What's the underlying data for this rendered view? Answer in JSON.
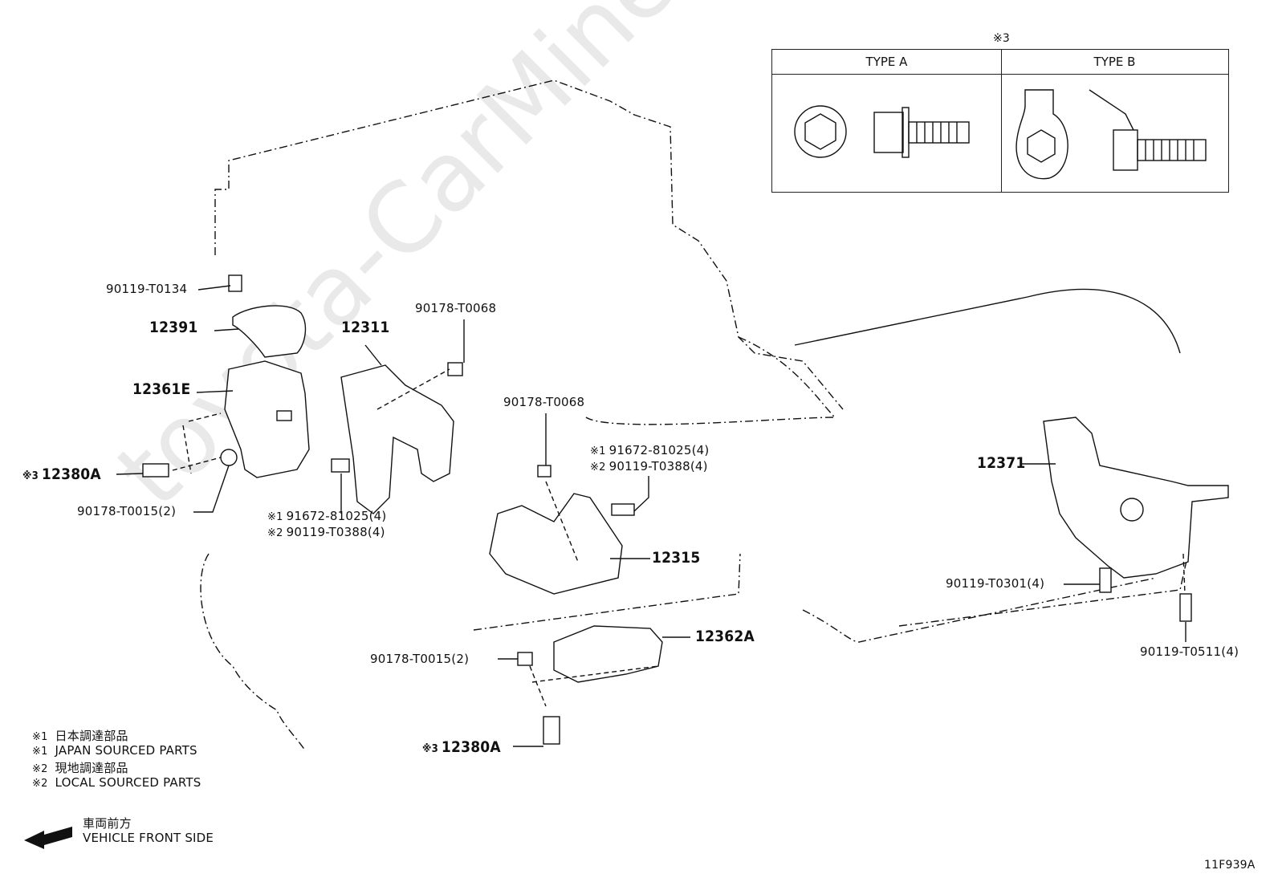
{
  "watermark": "toyota-CarMine.ru",
  "legend_box": {
    "marker": "※3",
    "type_a": "TYPE A",
    "type_b": "TYPE B"
  },
  "parts": {
    "p_90119_T0134": "90119-T0134",
    "p_12391": "12391",
    "p_12311": "12311",
    "p_90178_T0068_top": "90178-T0068",
    "p_12361E": "12361E",
    "p_12380A_left_mark": "※3",
    "p_12380A_left": "12380A",
    "p_90178_T0015_left": "90178-T0015(2)",
    "p_91672_left_mark": "※1",
    "p_91672_left": "91672-81025(4)",
    "p_90119_T0388_left_mark": "※2",
    "p_90119_T0388_left": "90119-T0388(4)",
    "p_90178_T0068_mid": "90178-T0068",
    "p_91672_mid_mark": "※1",
    "p_91672_mid": "91672-81025(4)",
    "p_90119_T0388_mid_mark": "※2",
    "p_90119_T0388_mid": "90119-T0388(4)",
    "p_12315": "12315",
    "p_12362A": "12362A",
    "p_90178_T0015_bottom": "90178-T0015(2)",
    "p_12380A_bottom_mark": "※3",
    "p_12380A_bottom": "12380A",
    "p_12371": "12371",
    "p_90119_T0301": "90119-T0301(4)",
    "p_90119_T0511": "90119-T0511(4)"
  },
  "notes": [
    {
      "mark": "※1",
      "text": "日本調達部品"
    },
    {
      "mark": "※1",
      "text": "JAPAN SOURCED PARTS"
    },
    {
      "mark": "※2",
      "text": "現地調達部品"
    },
    {
      "mark": "※2",
      "text": "LOCAL SOURCED PARTS"
    }
  ],
  "direction": {
    "jp": "車両前方",
    "en": "VEHICLE FRONT SIDE",
    "icon": "arrow-left-icon"
  },
  "figure_code": "11F939A"
}
